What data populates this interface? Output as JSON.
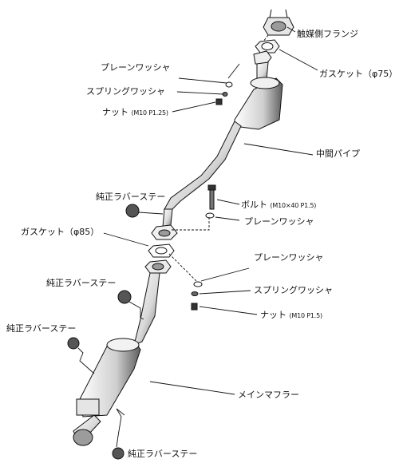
{
  "labels": {
    "flange": "触媒側フランジ",
    "gasket_top": "ガスケット（φ75）",
    "plain_washer_top": "プレーンワッシャ",
    "spring_washer_top": "スプリングワッシャ",
    "nut_top_name": "ナット",
    "nut_top_spec": "(M10 P1.25)",
    "mid_pipe": "中間パイプ",
    "rubber_stay_1": "純正ラバーステー",
    "bolt_name": "ボルト",
    "bolt_spec": "(M10×40 P1.5)",
    "plain_washer_mid": "プレーンワッシャ",
    "gasket_mid": "ガスケット（φ85）",
    "plain_washer_low": "プレーンワッシャ",
    "rubber_stay_2": "純正ラバーステー",
    "spring_washer_low": "スプリングワッシャ",
    "nut_low_name": "ナット",
    "nut_low_spec": "(M10 P1.5)",
    "rubber_stay_3": "純正ラバーステー",
    "main_muffler": "メインマフラー",
    "rubber_stay_4": "純正ラバーステー"
  },
  "colors": {
    "line": "#111111",
    "shade": "#8a8a8a",
    "fill": "#ffffff"
  }
}
